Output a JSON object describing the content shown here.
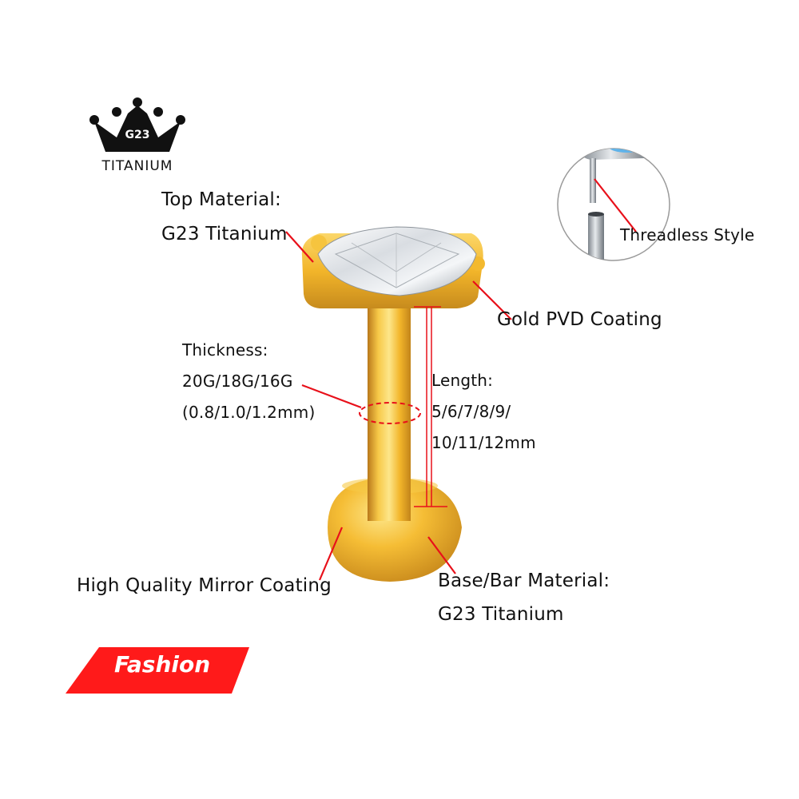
{
  "logo": {
    "crown_text": "G23",
    "brand_text": "TITANIUM"
  },
  "labels": {
    "top_material_title": "Top Material:",
    "top_material_value": "G23 Titanium",
    "gold_coating": "Gold PVD Coating",
    "thickness_title": "Thickness:",
    "thickness_gauges": "20G/18G/16G",
    "thickness_mm": "(0.8/1.0/1.2mm)",
    "length_title": "Length:",
    "length_values_1": "5/6/7/8/9/",
    "length_values_2": "10/11/12mm",
    "mirror_coating": "High Quality Mirror Coating",
    "base_material_title": "Base/Bar Material:",
    "base_material_value": "G23 Titanium",
    "threadless": "Threadless Style"
  },
  "badge": {
    "text": "Fashion",
    "color": "#ff1a1a"
  },
  "colors": {
    "gold": "#f2b82a",
    "pointer": "#e8101a",
    "text": "#111111"
  }
}
